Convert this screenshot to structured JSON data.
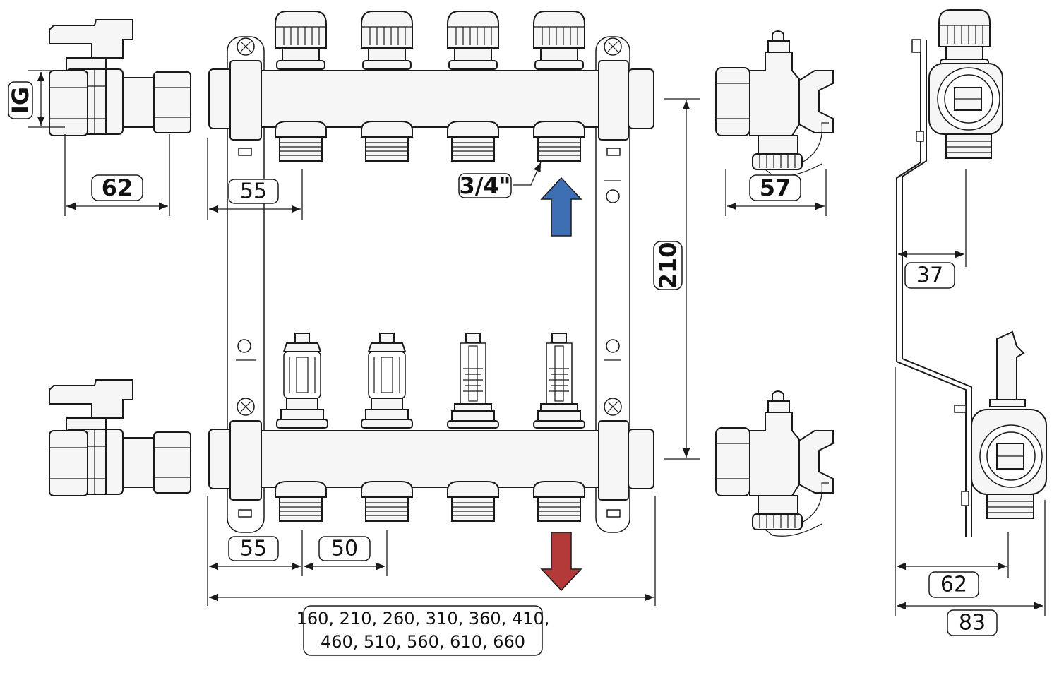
{
  "dimensions": {
    "ig": "IG",
    "ball_valve_length": "62",
    "manifold_end_offset_top": "55",
    "thread": "3/4\"",
    "valve_length": "57",
    "bracket_offset": "37",
    "port_spacing": "210",
    "manifold_end_offset_bottom": "55",
    "outlet_spacing": "50",
    "total_length_line1": "160, 210, 260, 310, 360, 410,",
    "total_length_line2": "460, 510, 560, 610, 660",
    "side_depth_1": "62",
    "side_depth_2": "83"
  },
  "arrows": {
    "supply_color": "#3f6fb3",
    "return_color": "#b43a3a"
  }
}
